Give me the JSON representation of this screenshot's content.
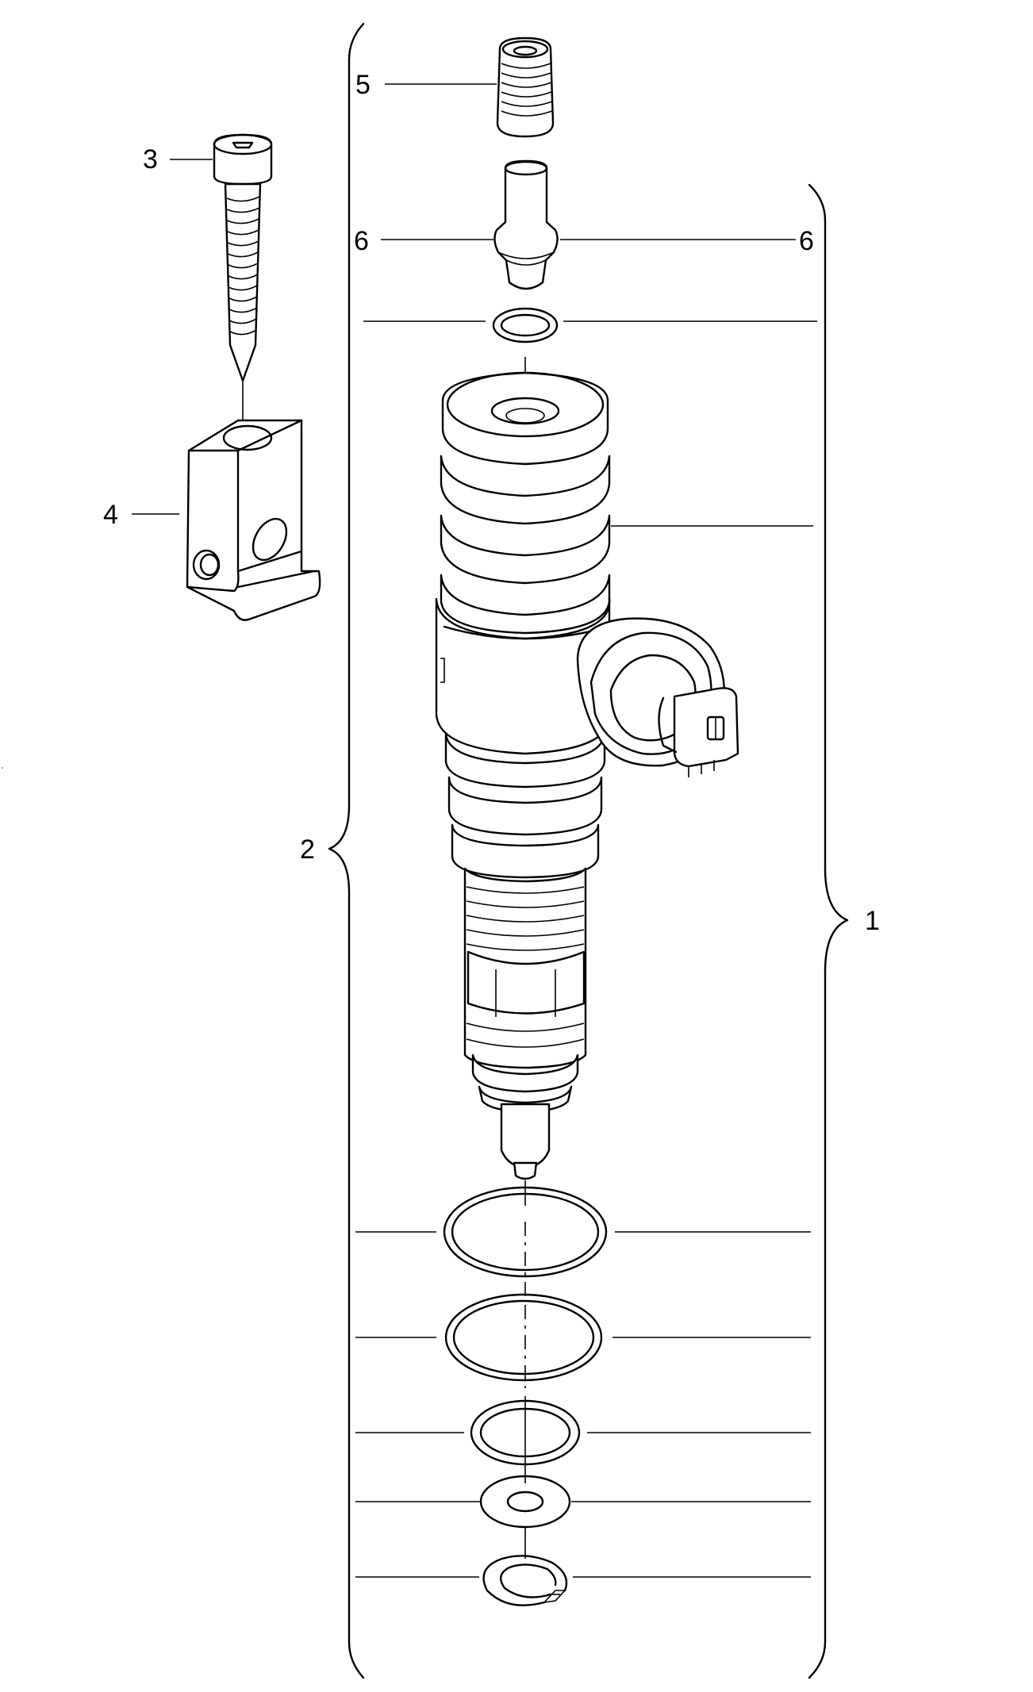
{
  "callouts": {
    "c1": "1",
    "c2": "2",
    "c3": "3",
    "c4": "4",
    "c5": "5",
    "c6_left": "6",
    "c6_right": "6"
  },
  "parts": [
    {
      "ref": "1",
      "icon": "injector-assembly-group"
    },
    {
      "ref": "2",
      "icon": "injector-kit-group"
    },
    {
      "ref": "3",
      "icon": "socket-head-bolt"
    },
    {
      "ref": "4",
      "icon": "clamping-block"
    },
    {
      "ref": "5",
      "icon": "adjusting-screw"
    },
    {
      "ref": "6",
      "icon": "ball-pin"
    }
  ]
}
